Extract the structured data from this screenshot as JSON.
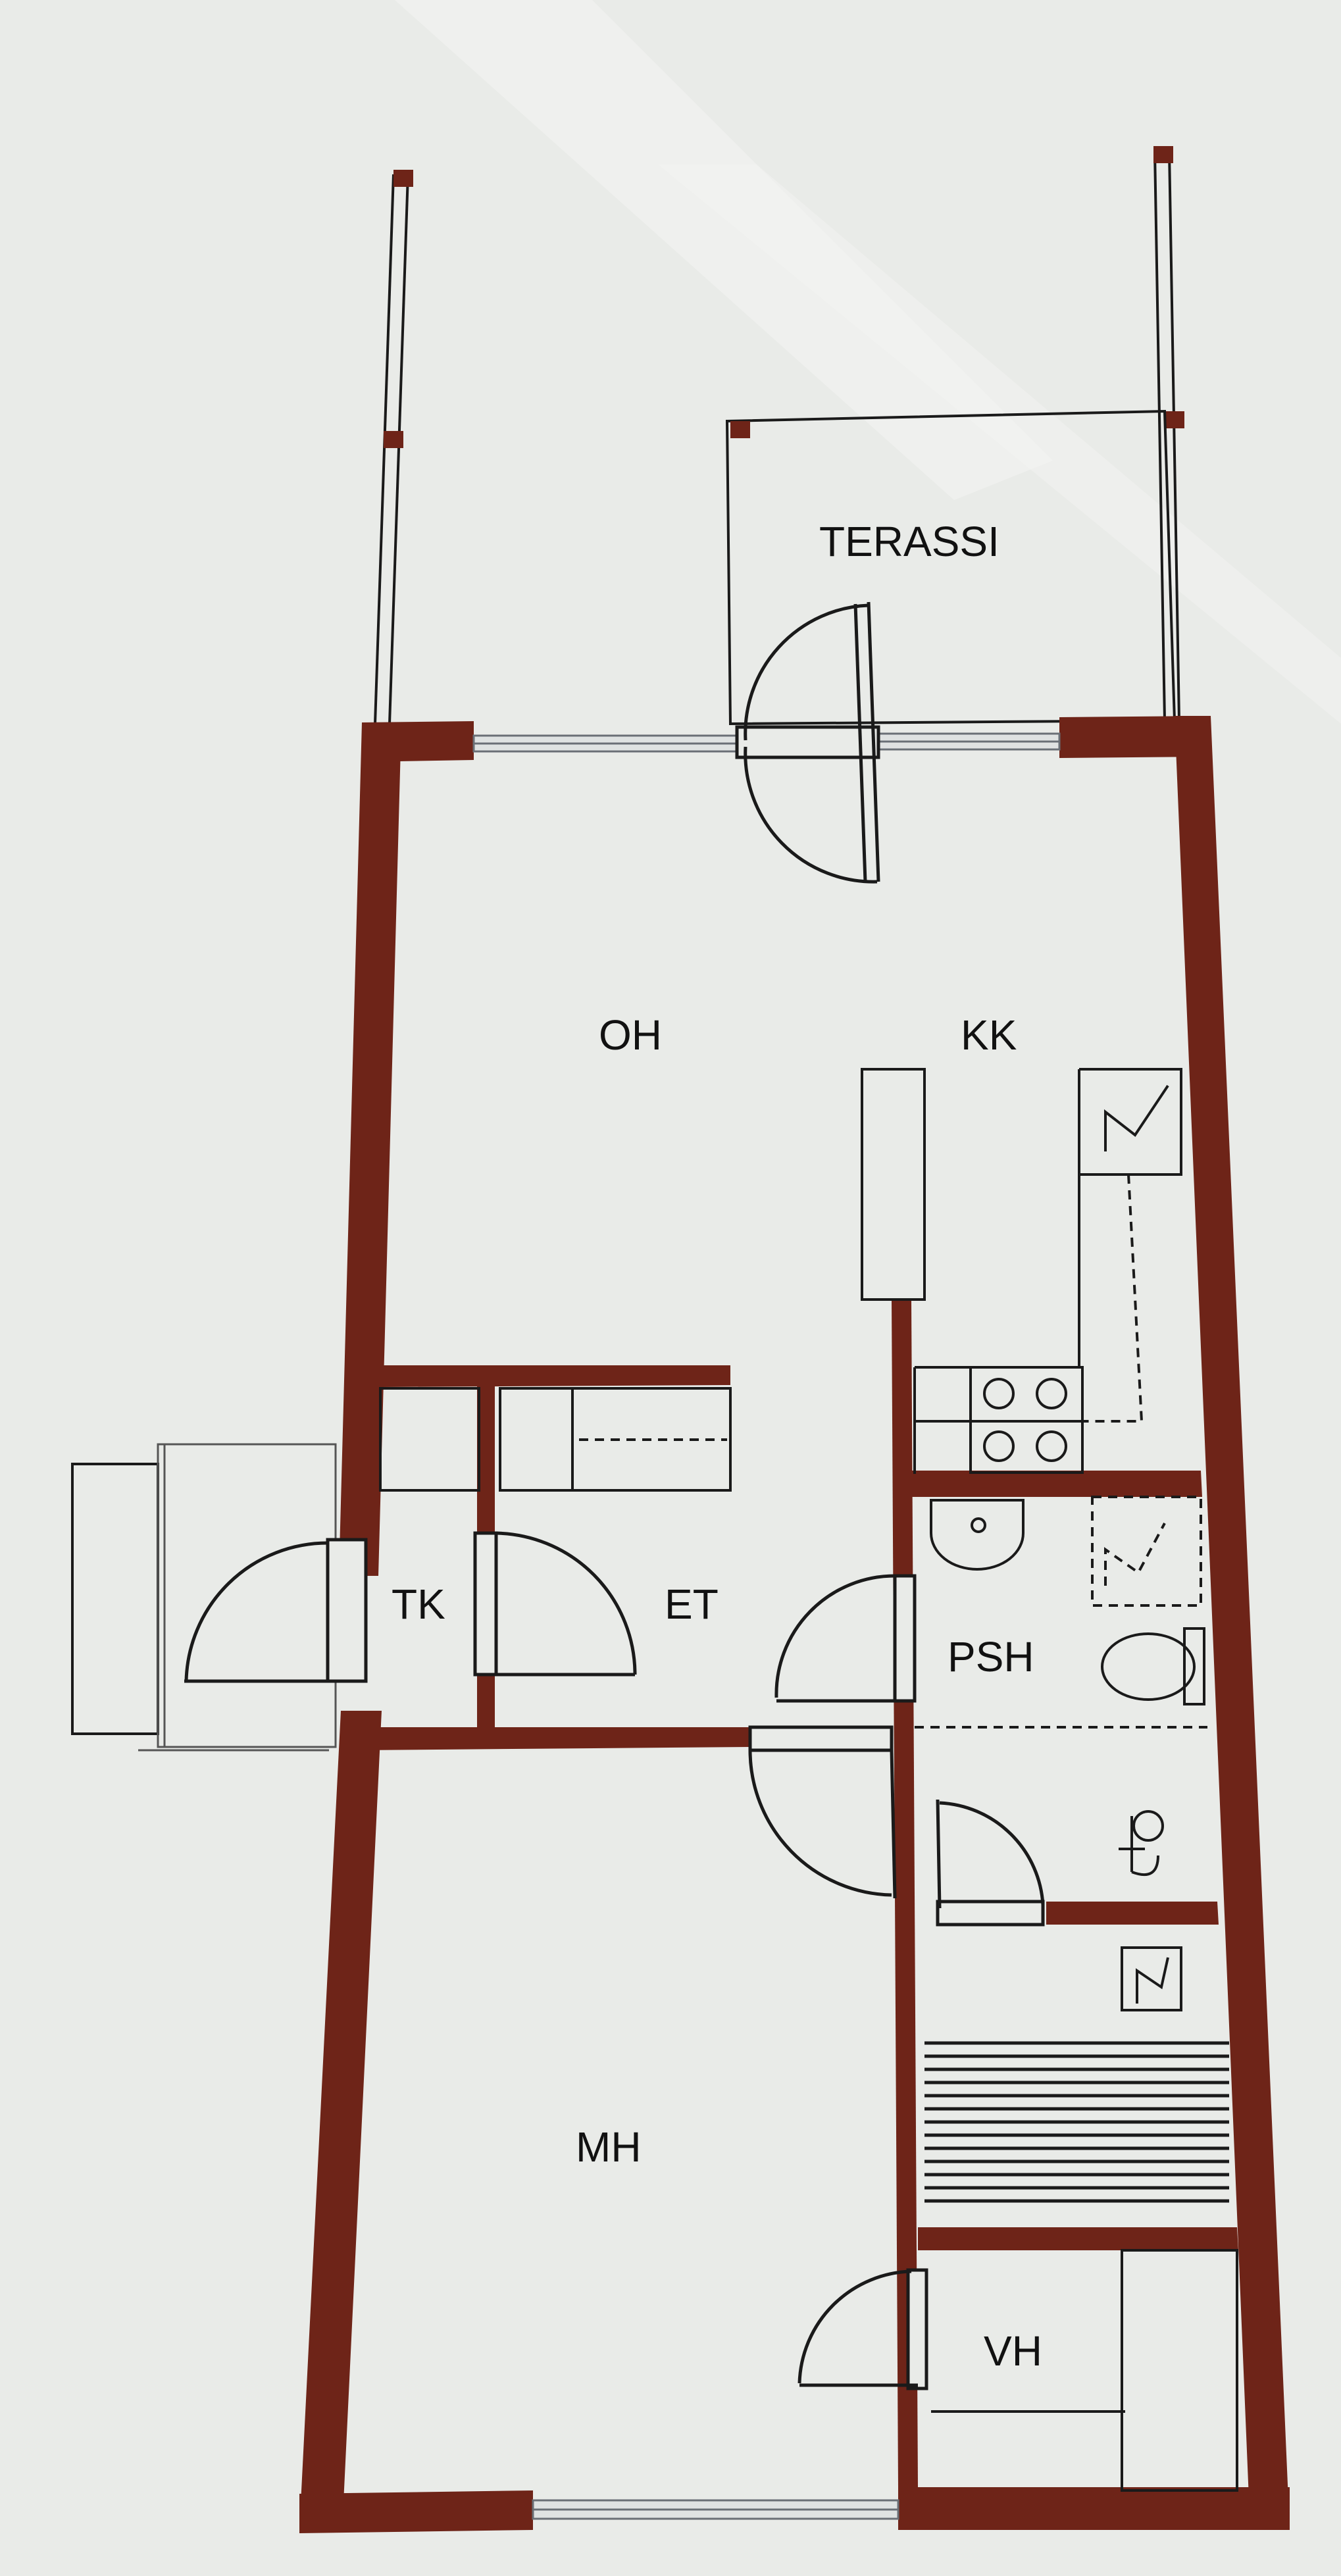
{
  "colors": {
    "wall": "#6e2418",
    "paper": "#e9ebe8",
    "line": "#1a1a1a",
    "window_frame": "#8a8f96",
    "accent_post": "#6e2418"
  },
  "rooms": {
    "terrace": "TERASSI",
    "living_room": "OH",
    "kitchen": "KK",
    "closet": "TK",
    "entrance": "ET",
    "bathroom": "PSH",
    "bedroom": "MH",
    "storage": "VH"
  },
  "fixtures": [
    "stove-icon",
    "sink-icon",
    "toilet-icon",
    "washbasin-icon",
    "electric-panel-icon",
    "sauna-bench-icon",
    "floor-drain-icon"
  ]
}
